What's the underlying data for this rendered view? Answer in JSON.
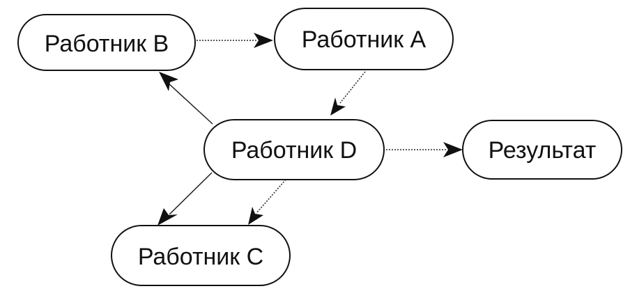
{
  "nodes": {
    "worker_b": "Работник В",
    "worker_a": "Работник А",
    "worker_d": "Работник D",
    "result": "Результат",
    "worker_c": "Работник С"
  },
  "edges": [
    {
      "from": "worker_b",
      "to": "worker_a"
    },
    {
      "from": "worker_a",
      "to": "worker_d"
    },
    {
      "from": "worker_d",
      "to": "worker_b"
    },
    {
      "from": "worker_d",
      "to": "result"
    },
    {
      "from": "worker_d",
      "to": "worker_c"
    },
    {
      "from": "worker_d",
      "to": "worker_c"
    }
  ]
}
